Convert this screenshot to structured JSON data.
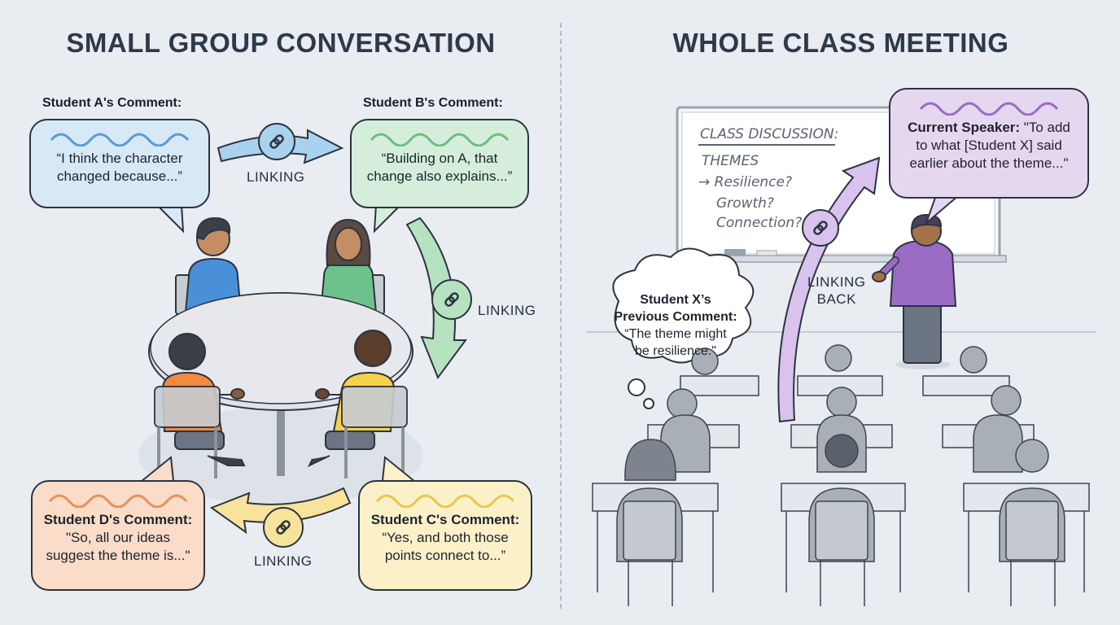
{
  "left_panel": {
    "title": "SMALL GROUP CONVERSATION",
    "students": [
      {
        "id": "A",
        "label": "Student A's Comment:",
        "quote": "“I think the character changed because...”",
        "quote_lines": [
          "“I think the character",
          "changed because...”"
        ],
        "color": "#5b9bd5",
        "bubble_bg": "#d7e8f7"
      },
      {
        "id": "B",
        "label": "Student B's Comment:",
        "quote": "“Building on A, that change also explains...”",
        "quote_lines": [
          "“Building on A, that",
          "change also explains...”"
        ],
        "color": "#6dbf7f",
        "bubble_bg": "#d5eedb"
      },
      {
        "id": "C",
        "label": "Student C's Comment:",
        "quote": "“Yes, and both those points connect to...”",
        "quote_lines": [
          "“Yes, and both those",
          "points connect to...”"
        ],
        "color": "#e8c84a",
        "bubble_bg": "#fbf1c9"
      },
      {
        "id": "D",
        "label": "Student D's Comment:",
        "quote": "\"So, all our ideas suggest the theme is...\"",
        "quote_lines": [
          "\"So, all our ideas",
          "suggest the theme is...\""
        ],
        "color": "#e8915a",
        "bubble_bg": "#fbdcc8"
      }
    ],
    "links": [
      {
        "label": "LINKING",
        "from": "A",
        "to": "B",
        "color": "#a9d2ee"
      },
      {
        "label": "LINKING",
        "from": "B",
        "to": "C",
        "color": "#b5e2bf"
      },
      {
        "label": "LINKING",
        "from": "C",
        "to": "D",
        "color": "#f7e39b"
      }
    ]
  },
  "right_panel": {
    "title": "WHOLE CLASS MEETING",
    "whiteboard": {
      "heading": "CLASS DISCUSSION:",
      "subheading": "THEMES",
      "items": [
        "→ Resilience?",
        "Growth?",
        "Connection?"
      ]
    },
    "current_speaker": {
      "label": "Current Speaker:",
      "quote_lines": [
        "\"To add",
        "to what [Student X] said",
        "earlier about the theme...\""
      ],
      "color": "#9a6cc4",
      "bubble_bg": "#e6d7f1"
    },
    "previous_comment": {
      "label_lines": [
        "Student X’s",
        "Previous Comment:"
      ],
      "quote_lines": [
        "“The theme might",
        "be resilience.\""
      ]
    },
    "link": {
      "label_lines": [
        "LINKING",
        "BACK"
      ],
      "color": "#d9c2ee"
    }
  }
}
